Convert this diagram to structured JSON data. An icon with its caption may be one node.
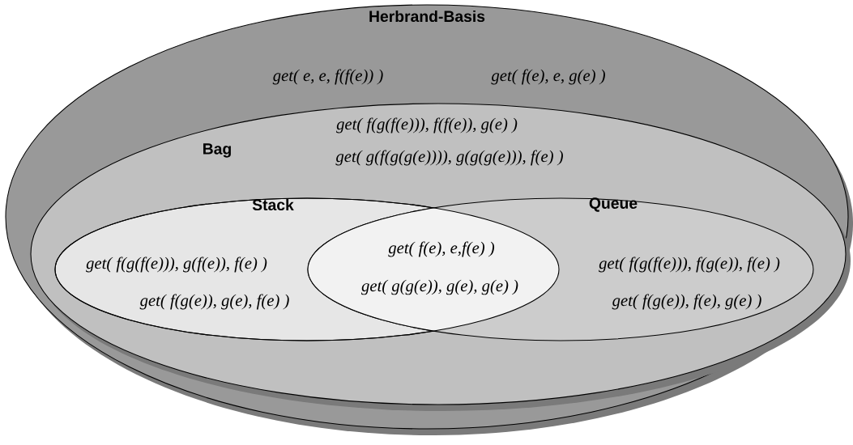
{
  "diagram": {
    "nodes": [
      {
        "text": [
          "Herbrand-Basis",
          "get( e, e, f(f(e)) )",
          "get( f(e), e, g(e) )"
        ]
      },
      {
        "text": [
          "Bag",
          "get( f(g(f(e))), f(f(e)), g(e) )",
          "get( g(f(g(g(e)))), g(g(g(e))), f(e) )"
        ],
        "in": 0
      },
      {
        "text": [
          "Stack",
          "get( f(g(f(e))), g(f(e)), f(e) )",
          "get( f(g(e)), g(e), f(e) )"
        ],
        "in": 1
      },
      {
        "text": [
          "Queue",
          "get( f(g(f(e))), f(g(e)), f(e) )",
          "get( f(g(e)), f(e), g(e) )"
        ],
        "in": 1
      },
      {
        "text": [
          "get( f(e), e,f(e) )",
          "get( g(g(e)), g(e), g(e) )"
        ],
        "in": 1
      }
    ]
  }
}
